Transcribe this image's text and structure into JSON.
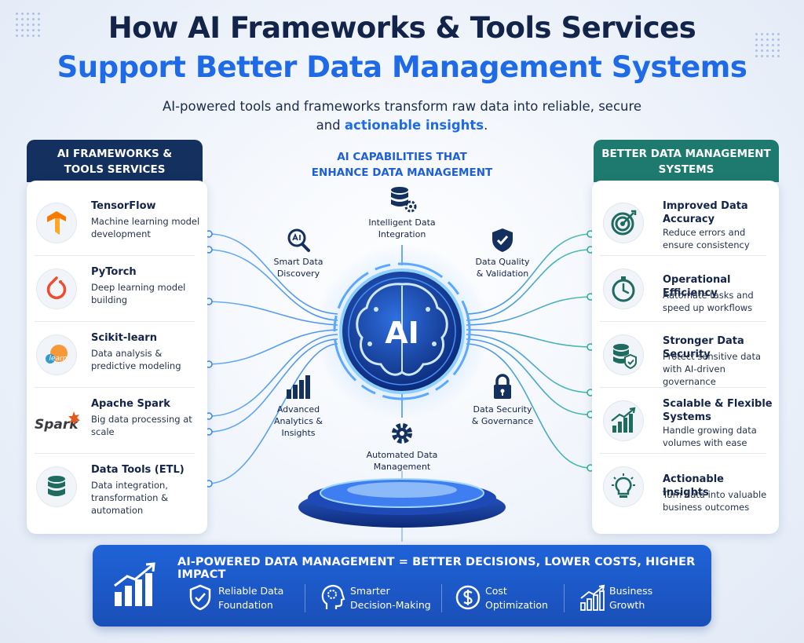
{
  "header": {
    "title_line1": "How AI Frameworks & Tools Services",
    "title_line2": "Support Better Data Management Systems",
    "subtitle_line1": "AI-powered tools and frameworks transform raw data into reliable, secure",
    "subtitle_line2_plain": "and",
    "subtitle_line2_highlight": "actionable insights",
    "subtitle_line2_end": "."
  },
  "left": {
    "heading_line1": "AI FRAMEWORKS &",
    "heading_line2": "TOOLS SERVICES",
    "items": [
      {
        "title": "TensorFlow",
        "desc": "Machine learning model development",
        "icon": "tensorflow-logo"
      },
      {
        "title": "PyTorch",
        "desc": "Deep learning model building",
        "icon": "pytorch-logo"
      },
      {
        "title": "Scikit-learn",
        "desc": "Data analysis & predictive modeling",
        "icon": "scikit-learn-logo",
        "logo_text": "learn"
      },
      {
        "title": "Apache Spark",
        "desc": "Big data processing at scale",
        "icon": "spark-logo",
        "logo_text": "Spark"
      },
      {
        "title": "Data Tools (ETL)",
        "desc": "Data integration, transformation & automation",
        "icon": "database-icon"
      }
    ]
  },
  "center": {
    "heading_line1": "AI CAPABILITIES THAT",
    "heading_line2": "ENHANCE DATA MANAGEMENT",
    "core_label": "AI",
    "capabilities": [
      {
        "label_line1": "Intelligent Data",
        "label_line2": "Integration",
        "icon": "database-gear-icon"
      },
      {
        "label_line1": "Smart Data",
        "label_line2": "Discovery",
        "icon": "magnifier-ai-icon"
      },
      {
        "label_line1": "Data Quality",
        "label_line2": "& Validation",
        "icon": "shield-check-icon"
      },
      {
        "label_line1": "Advanced",
        "label_line2": "Analytics &",
        "label_line3": "Insights",
        "icon": "bar-chart-icon"
      },
      {
        "label_line1": "Data Security",
        "label_line2": "& Governance",
        "icon": "lock-icon"
      },
      {
        "label_line1": "Automated Data",
        "label_line2": "Management",
        "icon": "gear-icon"
      }
    ]
  },
  "right": {
    "heading_line1": "BETTER DATA MANAGEMENT",
    "heading_line2": "SYSTEMS",
    "items": [
      {
        "title": "Improved Data Accuracy",
        "desc": "Reduce errors and ensure consistency",
        "icon": "target-icon"
      },
      {
        "title": "Operational Efficiency",
        "desc": "Automate tasks and speed up workflows",
        "icon": "stopwatch-icon"
      },
      {
        "title": "Stronger Data Security",
        "desc": "Protect sensitive data with AI-driven governance",
        "icon": "database-shield-icon"
      },
      {
        "title": "Scalable & Flexible Systems",
        "desc": "Handle growing data volumes with ease",
        "icon": "growth-chart-icon"
      },
      {
        "title": "Actionable Insights",
        "desc": "Turn data into valuable business outcomes",
        "icon": "lightbulb-icon"
      }
    ]
  },
  "banner": {
    "title": "AI-POWERED DATA MANAGEMENT = BETTER DECISIONS, LOWER COSTS, HIGHER IMPACT",
    "items": [
      {
        "line1": "Reliable Data",
        "line2": "Foundation",
        "icon": "shield-check-icon"
      },
      {
        "line1": "Smarter",
        "line2": "Decision-Making",
        "icon": "brain-head-icon"
      },
      {
        "line1": "Cost",
        "line2": "Optimization",
        "icon": "dollar-coin-icon"
      },
      {
        "line1": "Business",
        "line2": "Growth",
        "icon": "growth-chart-icon"
      }
    ]
  },
  "colors": {
    "navy": "#13244a",
    "blue": "#1f6ae6",
    "left_header": "#13305f",
    "right_header": "#1e7a6e",
    "teal": "#1e6b5f",
    "banner": "#1f5fd6"
  }
}
